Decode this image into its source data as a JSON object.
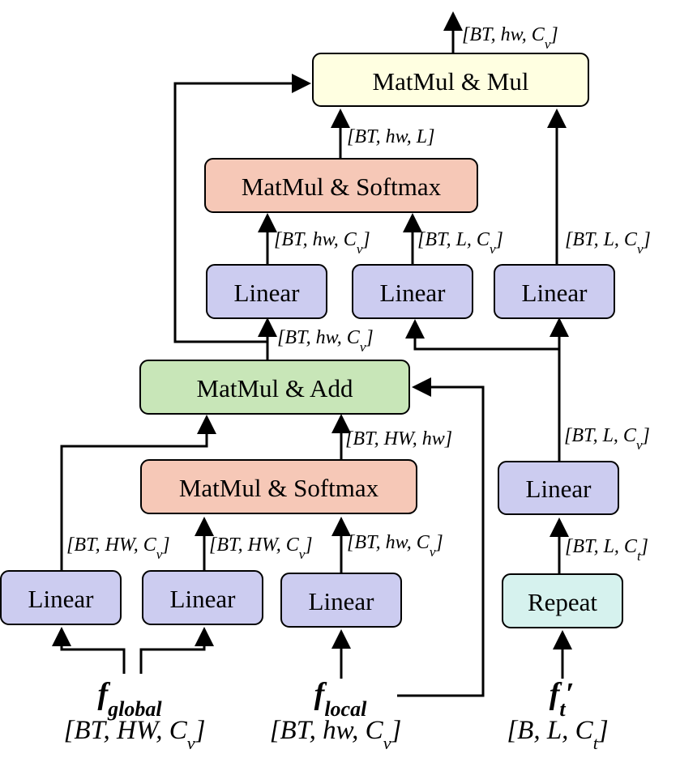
{
  "colors": {
    "linear": "#ccccf0",
    "softmax": "#f6c8b7",
    "add": "#c8e6b8",
    "mul": "#ffffe1",
    "repeat": "#d6f2ee"
  },
  "nodes": {
    "matmul_mul": "MatMul & Mul",
    "matmul_softmax_top": "MatMul & Softmax",
    "linear_q": "Linear",
    "linear_k": "Linear",
    "linear_v": "Linear",
    "matmul_add": "MatMul & Add",
    "matmul_softmax_bottom": "MatMul & Softmax",
    "linear_global_1": "Linear",
    "linear_global_2": "Linear",
    "linear_local": "Linear",
    "linear_text": "Linear",
    "repeat": "Repeat"
  },
  "shapes": {
    "out_mul": {
      "open": "[",
      "a": "BT, hw, C",
      "sub": "v",
      "close": "]"
    },
    "top_attn": {
      "open": "[",
      "a": "BT, hw, L",
      "sub": "",
      "close": "]"
    },
    "q_out": {
      "open": "[",
      "a": "BT, hw, C",
      "sub": "v",
      "close": "]"
    },
    "k_out": {
      "open": "[",
      "a": "BT, L, C",
      "sub": "v",
      "close": "]"
    },
    "v_out": {
      "open": "[",
      "a": "BT, L, C",
      "sub": "v",
      "close": "]"
    },
    "add_out": {
      "open": "[",
      "a": "BT, hw, C",
      "sub": "v",
      "close": "]"
    },
    "bot_attn": {
      "open": "[",
      "a": "BT, HW, hw",
      "sub": "",
      "close": "]"
    },
    "text_lin": {
      "open": "[",
      "a": "BT, L, C",
      "sub": "v",
      "close": "]"
    },
    "g1_out": {
      "open": "[",
      "a": "BT, HW, C",
      "sub": "v",
      "close": "]"
    },
    "g2_out": {
      "open": "[",
      "a": "BT, HW, C",
      "sub": "v",
      "close": "]"
    },
    "local_out": {
      "open": "[",
      "a": "BT, hw, C",
      "sub": "v",
      "close": "]"
    },
    "repeat_out": {
      "open": "[",
      "a": "BT, L, C",
      "sub": "t",
      "close": "]"
    }
  },
  "inputs": {
    "global": {
      "name": "f",
      "sub": "global",
      "prime": "",
      "shape": {
        "open": "[",
        "a": "BT, HW, C",
        "sub": "v",
        "close": "]"
      }
    },
    "local": {
      "name": "f",
      "sub": "local",
      "prime": "",
      "shape": {
        "open": "[",
        "a": "BT, hw, C",
        "sub": "v",
        "close": "]"
      }
    },
    "text": {
      "name": "f",
      "sub": "t",
      "prime": "′",
      "shape": {
        "open": "[",
        "a": "B, L, C",
        "sub": "t",
        "close": "]"
      }
    }
  }
}
